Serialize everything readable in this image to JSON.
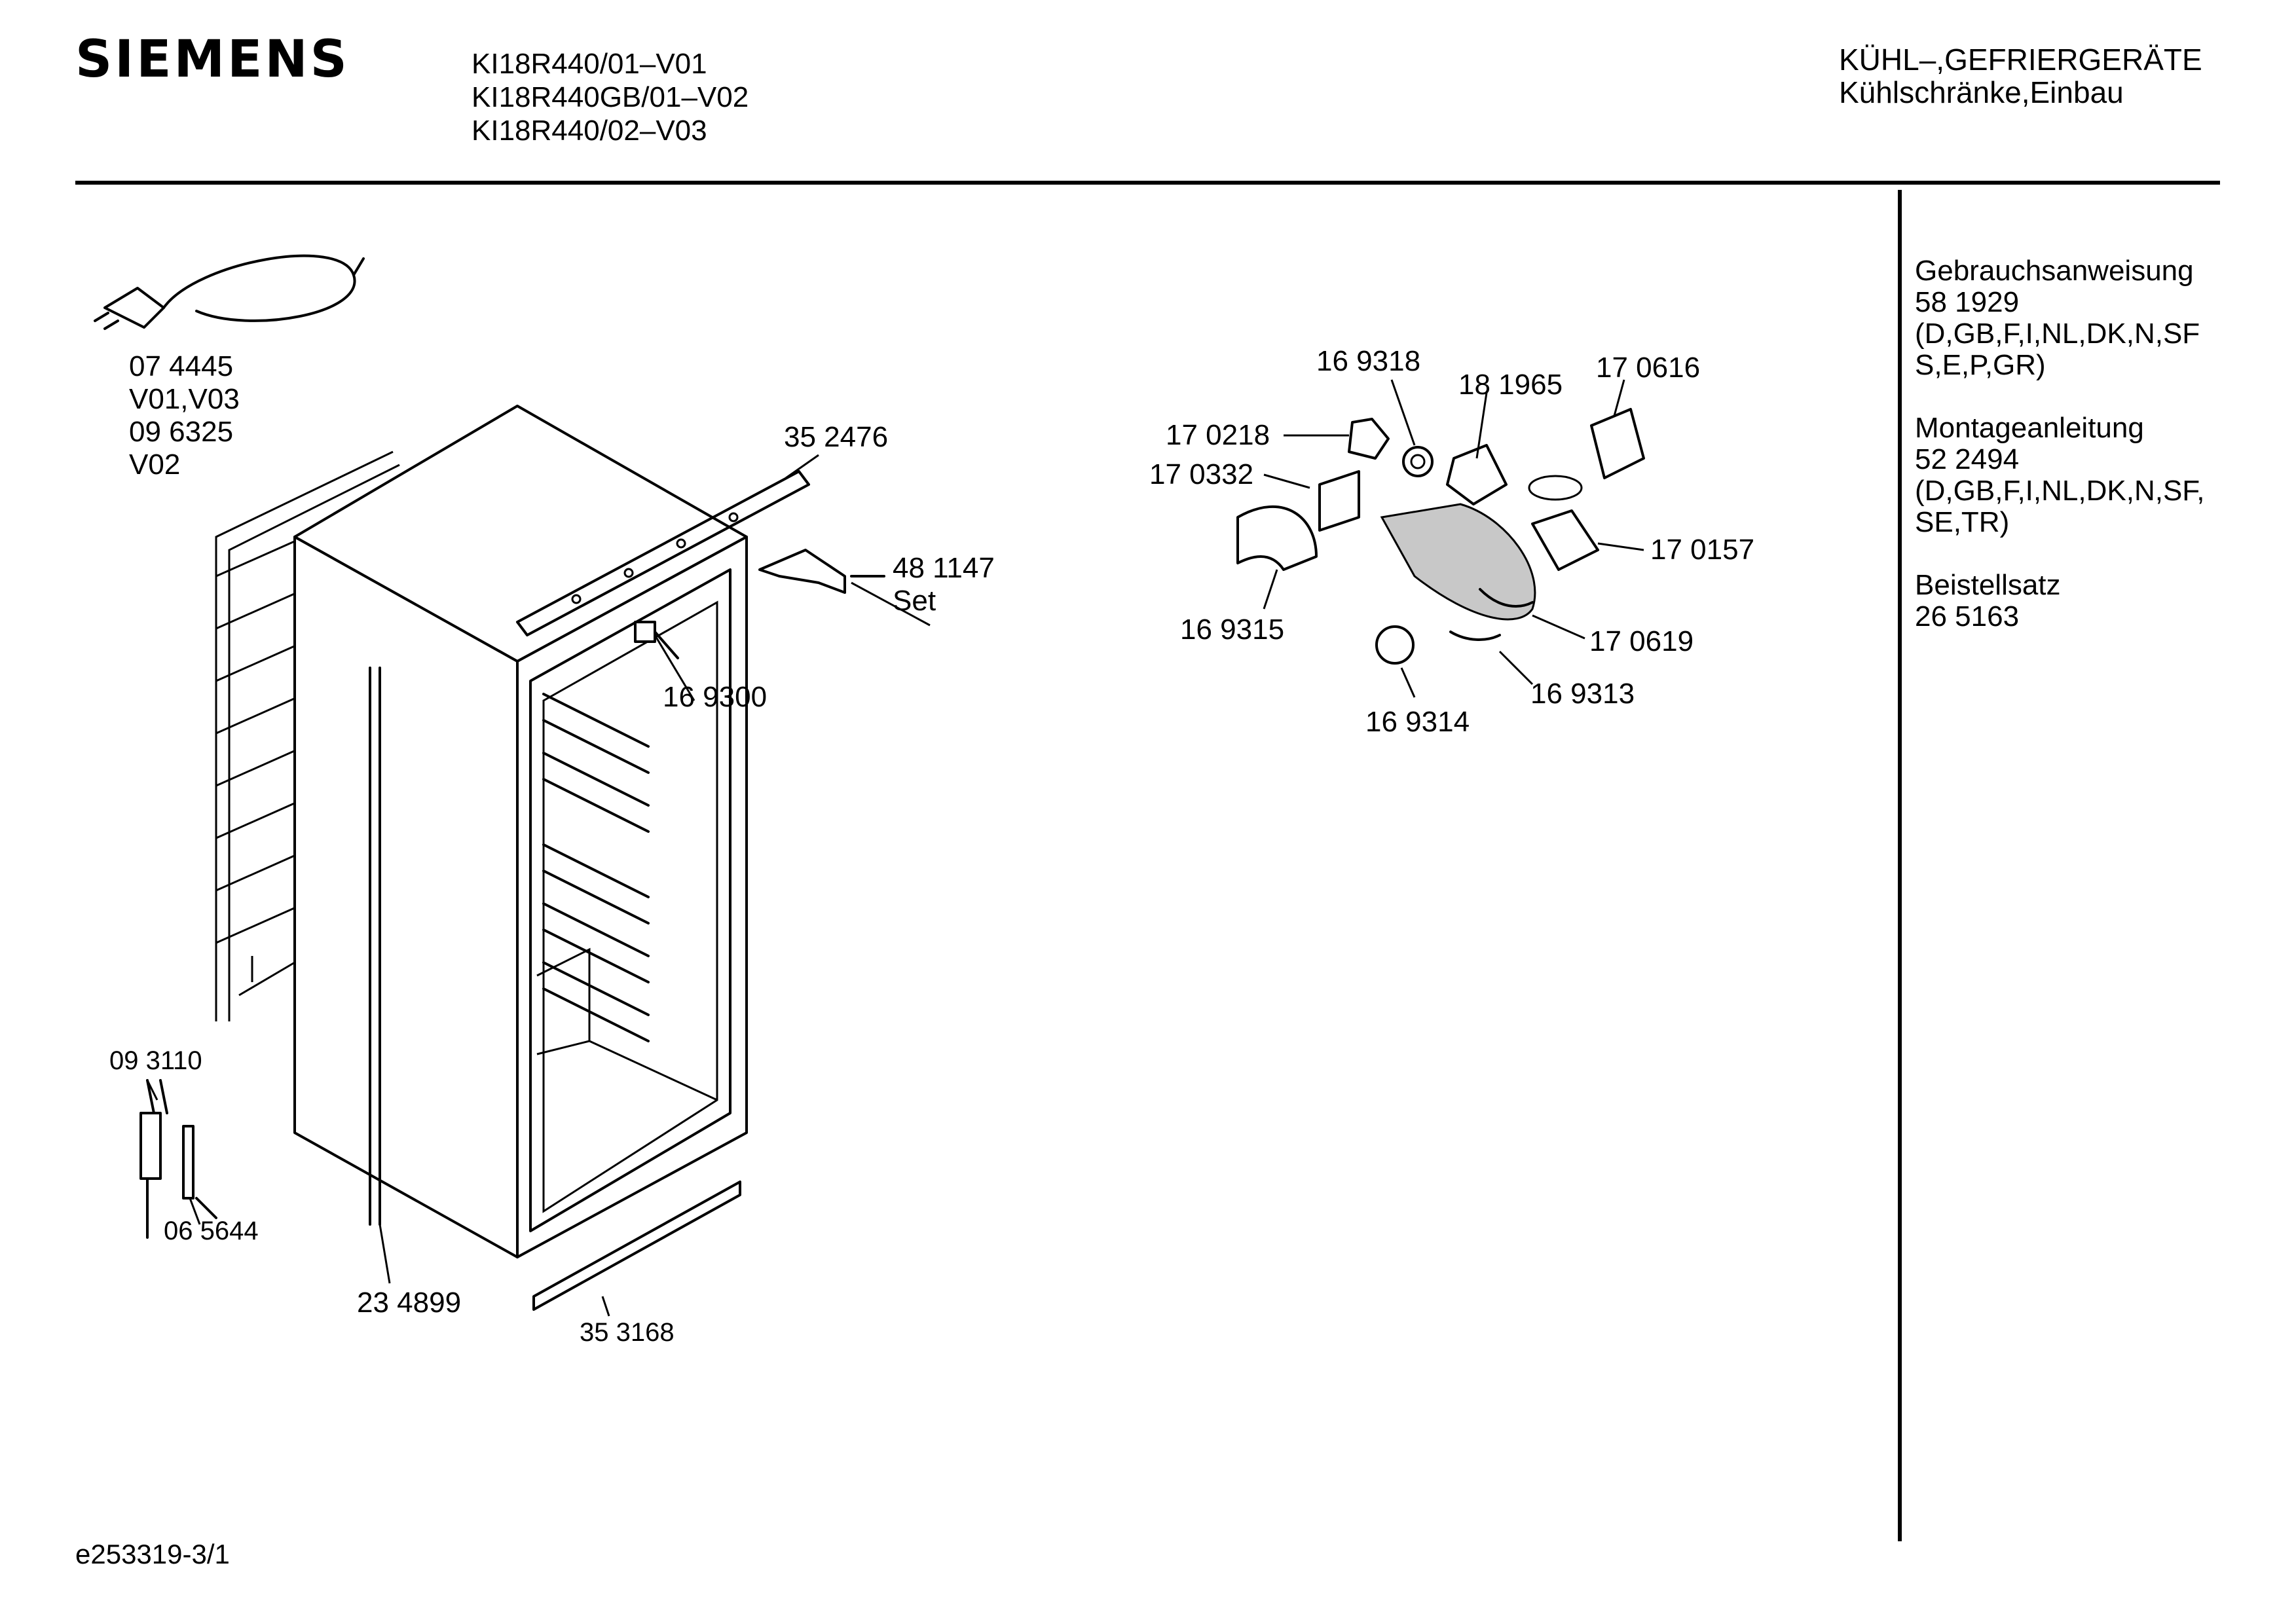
{
  "brand": "SIEMENS",
  "models": [
    "KI18R440/01–V01",
    "KI18R440GB/01–V02",
    "KI18R440/02–V03"
  ],
  "category": {
    "line1": "KÜHL–,GEFRIERGERÄTE",
    "line2": "Kühlschränke,Einbau"
  },
  "documents": {
    "user_manual": {
      "title": "Gebrauchsanweisung",
      "number": "58 1929",
      "langs_1": "(D,GB,F,I,NL,DK,N,SF",
      "langs_2": "S,E,P,GR)"
    },
    "installation": {
      "title": "Montageanleitung",
      "number": "52 2494",
      "langs_1": "(D,GB,F,I,NL,DK,N,SF,",
      "langs_2": "SE,TR)"
    },
    "kit": {
      "title": "Beistellsatz",
      "number": "26 5163"
    }
  },
  "parts": {
    "p074445": "07 4445",
    "v01v03": "V01,V03",
    "p096325": "09 6325",
    "v02": "V02",
    "p352476": "35 2476",
    "p481147": "48 1147",
    "set": "Set",
    "p169300": "16 9300",
    "p093110": "09 3110",
    "p065644": "06 5644",
    "p234899": "23 4899",
    "p353168": "35 3168",
    "p169318": "16 9318",
    "p181965": "18 1965",
    "p170616": "17 0616",
    "p170218": "17 0218",
    "p170332": "17 0332",
    "p170157": "17 0157",
    "p169315": "16 9315",
    "p170619": "17 0619",
    "p169313": "16 9313",
    "p169314": "16 9314"
  },
  "footer": "e253319-3/1"
}
